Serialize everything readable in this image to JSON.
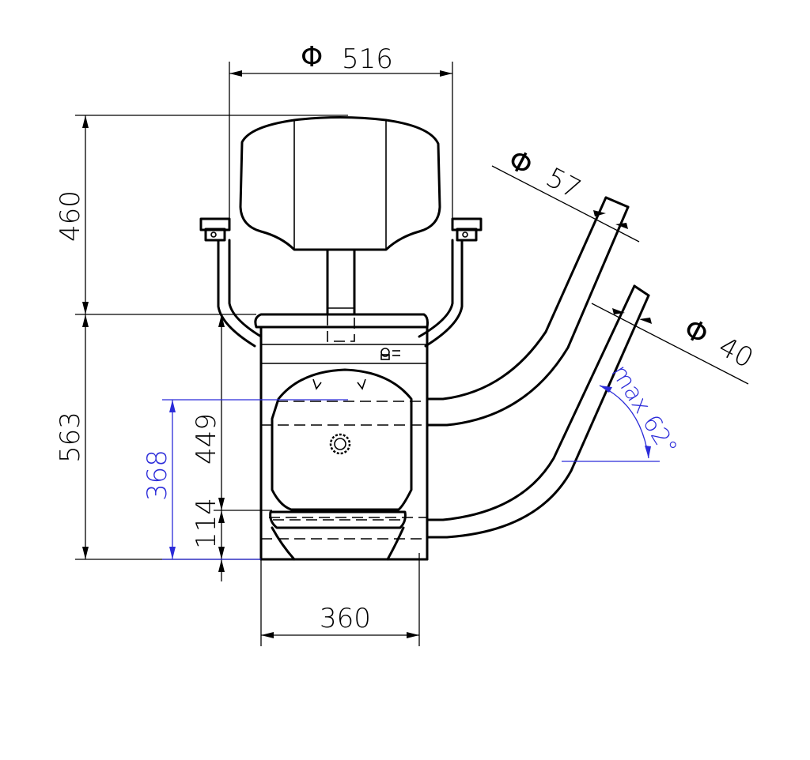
{
  "dimensions": {
    "diam_516": {
      "symbol": "Φ",
      "value": "516"
    },
    "diam_57": {
      "symbol": "Φ",
      "value": "57"
    },
    "diam_40": {
      "symbol": "Φ",
      "value": "40"
    },
    "h_460": "460",
    "h_563": "563",
    "h_449": "449",
    "h_368": "368",
    "h_114": "114",
    "w_360": "360",
    "angle": "max 62°"
  },
  "colors": {
    "line": "#000000",
    "accent": "#2b2bd9",
    "background": "#ffffff"
  },
  "icons": {
    "badge": "logo-badge-icon",
    "gear": "gear-icon"
  }
}
